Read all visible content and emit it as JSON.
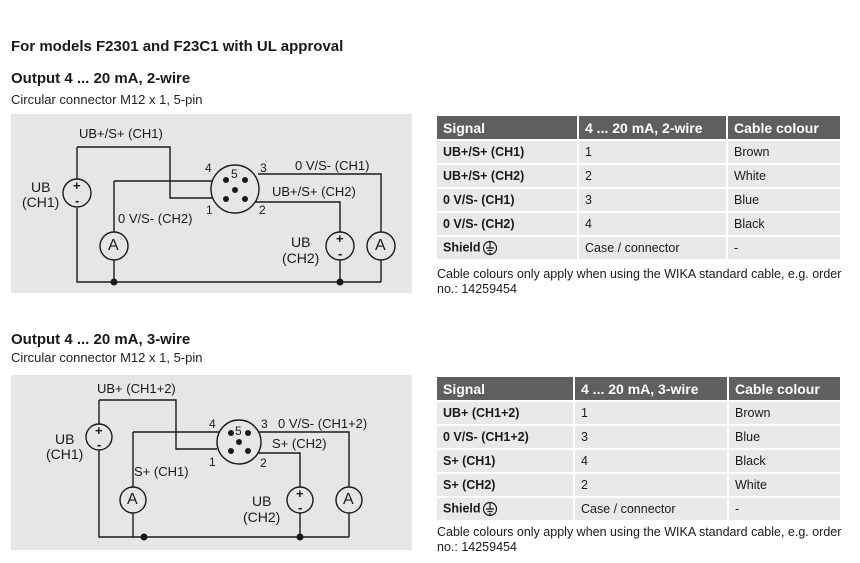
{
  "page_title": "For models F2301 and F23C1 with UL approval",
  "sections": [
    {
      "title": "Output 4 ... 20 mA, 2-wire",
      "subtitle": "Circular connector M12 x 1, 5-pin",
      "diagram": {
        "label_ub_ch1_plus_s_ch1": "UB+/S+ (CH1)",
        "label_0v_ch1": "0 V/S- (CH1)",
        "label_ub_ch2_plus": "UB+/S+ (CH2)",
        "label_0v_ch2": "0 V/S- (CH2)",
        "ub_ch1_top": "UB",
        "ub_ch1_bottom": "(CH1)",
        "ub_ch2_top": "UB",
        "ub_ch2_bottom": "(CH2)",
        "ammeter": "A",
        "plus": "+",
        "minus": "-",
        "pins": [
          "1",
          "2",
          "3",
          "4",
          "5"
        ]
      },
      "table": {
        "headers": [
          "Signal",
          "4 ... 20 mA, 2-wire",
          "Cable colour"
        ],
        "rows": [
          [
            "UB+/S+ (CH1)",
            "1",
            "Brown"
          ],
          [
            "UB+/S+ (CH2)",
            "2",
            "White"
          ],
          [
            "0 V/S- (CH1)",
            "3",
            "Blue"
          ],
          [
            "0 V/S- (CH2)",
            "4",
            "Black"
          ],
          [
            "Shield",
            "Case / connector",
            "-"
          ]
        ]
      },
      "note": "Cable colours only apply when using the WIKA standard cable, e.g. order no.: 14259454"
    },
    {
      "title": "Output 4 ... 20 mA, 3-wire",
      "subtitle": "Circular connector M12 x 1, 5-pin",
      "diagram": {
        "label_ub_plus": "UB+ (CH1+2)",
        "label_0v": "0 V/S- (CH1+2)",
        "label_s_ch2": "S+ (CH2)",
        "label_s_ch1": "S+ (CH1)",
        "ub_ch1_top": "UB",
        "ub_ch1_bottom": "(CH1)",
        "ub_ch2_top": "UB",
        "ub_ch2_bottom": "(CH2)",
        "ammeter": "A",
        "plus": "+",
        "minus": "-",
        "pins": [
          "1",
          "2",
          "3",
          "4",
          "5"
        ]
      },
      "table": {
        "headers": [
          "Signal",
          "4 ... 20 mA, 3-wire",
          "Cable colour"
        ],
        "rows": [
          [
            "UB+ (CH1+2)",
            "1",
            "Brown"
          ],
          [
            "0 V/S- (CH1+2)",
            "3",
            "Blue"
          ],
          [
            "S+ (CH1)",
            "4",
            "Black"
          ],
          [
            "S+ (CH2)",
            "2",
            "White"
          ],
          [
            "Shield",
            "Case / connector",
            "-"
          ]
        ]
      },
      "note": "Cable colours only apply when using the WIKA standard cable, e.g. order no.: 14259454"
    }
  ]
}
